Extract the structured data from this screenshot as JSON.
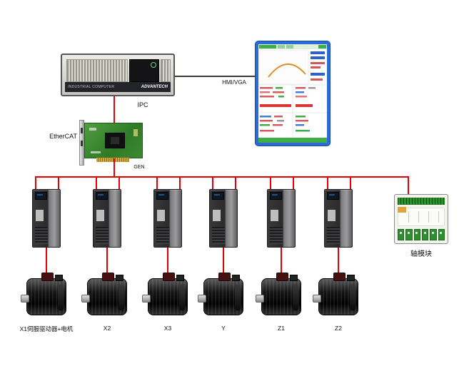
{
  "ipc": {
    "label": "IPC",
    "brand": "ADVANTECH",
    "model": "INDUSTRIAL COMPUTER"
  },
  "hmi_link": {
    "label": "HMI/VGA"
  },
  "fieldbus": {
    "card_label": "EtherCAT",
    "card_sublabel": "GEN"
  },
  "axis_module": {
    "label": "轴模块"
  },
  "axes": [
    {
      "label": "X1伺服驱动器+电机"
    },
    {
      "label": "X2"
    },
    {
      "label": "X3"
    },
    {
      "label": "Y"
    },
    {
      "label": "Z1"
    },
    {
      "label": "Z2"
    }
  ],
  "colors": {
    "bus_line": "#e60000",
    "hmi_frame": "#2a6bd8",
    "pcb_green": "#3f8f3a",
    "link_line": "#3a3a3a"
  }
}
